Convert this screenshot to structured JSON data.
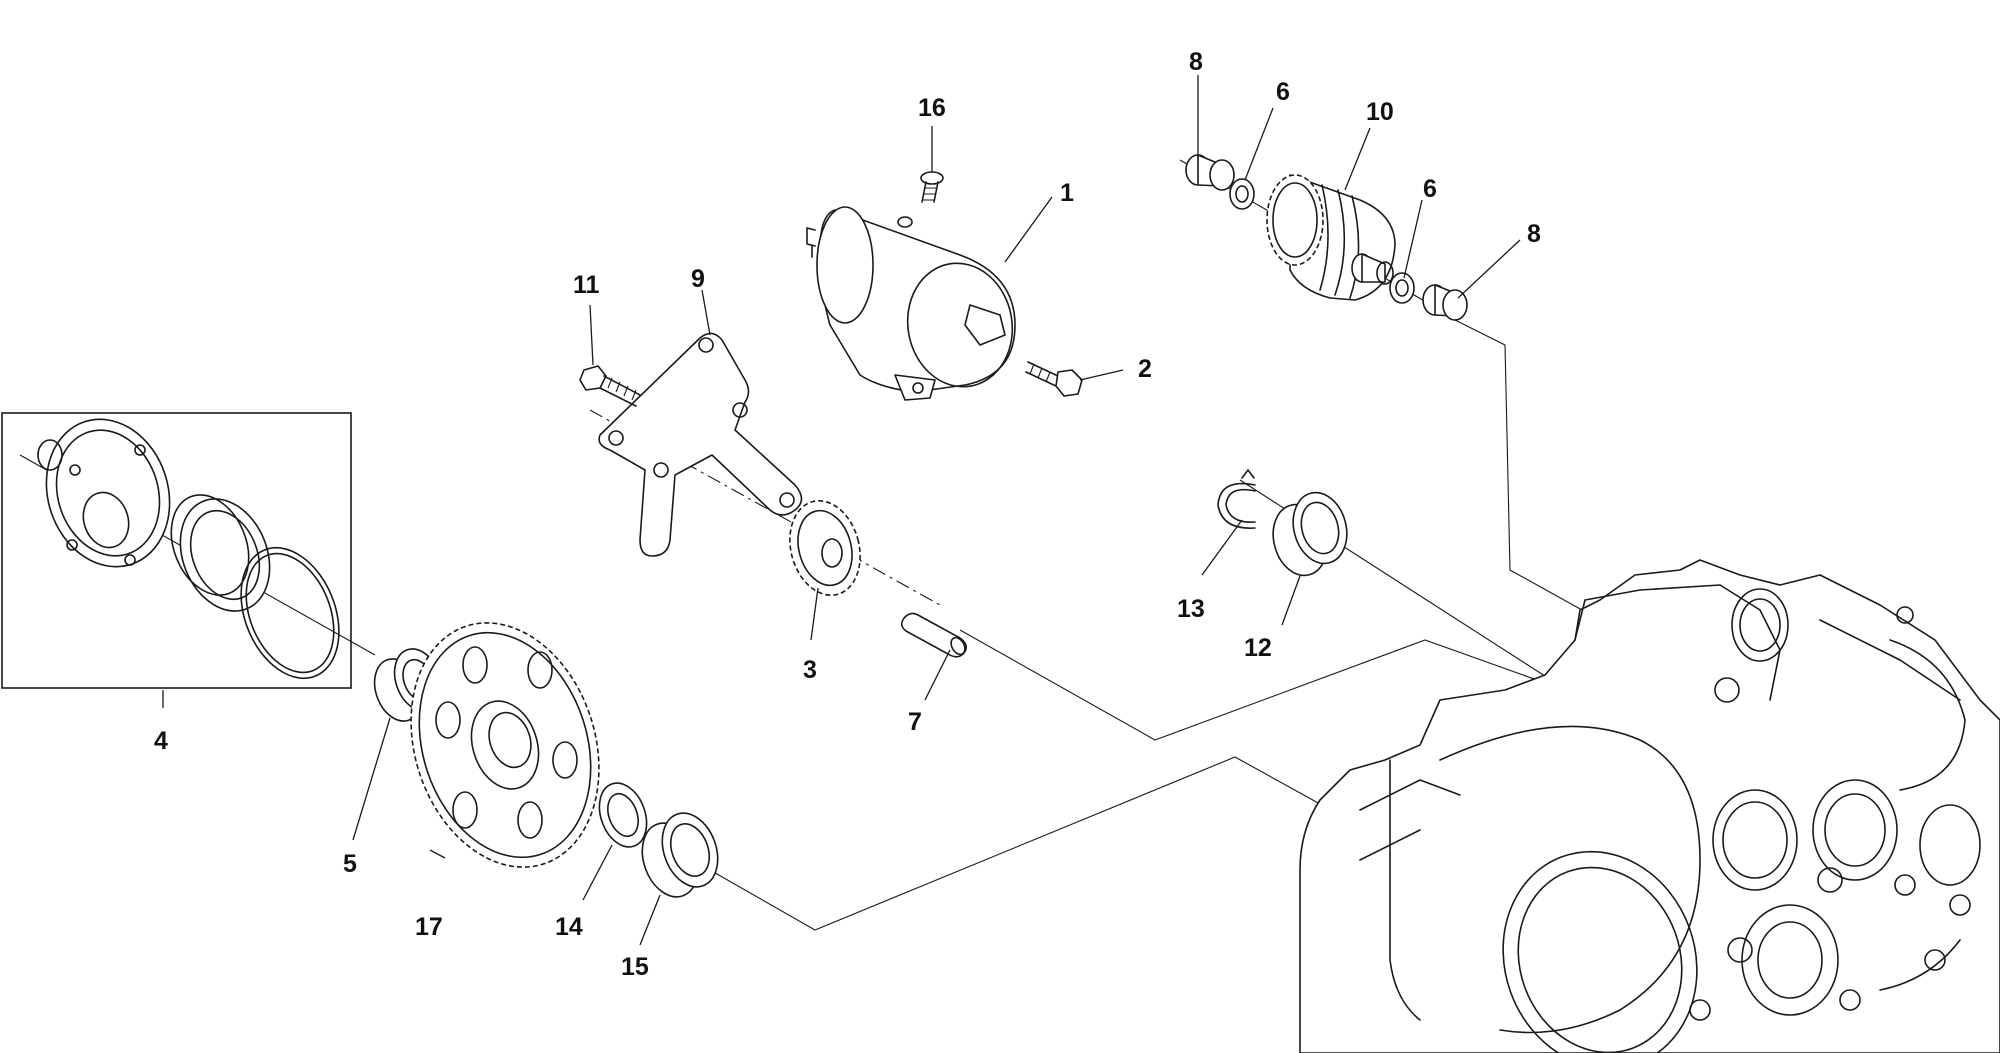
{
  "callouts": [
    {
      "id": "1",
      "label": "1"
    },
    {
      "id": "2",
      "label": "2"
    },
    {
      "id": "3",
      "label": "3"
    },
    {
      "id": "4",
      "label": "4"
    },
    {
      "id": "5",
      "label": "5"
    },
    {
      "id": "6a",
      "label": "6"
    },
    {
      "id": "6b",
      "label": "6"
    },
    {
      "id": "7",
      "label": "7"
    },
    {
      "id": "8a",
      "label": "8"
    },
    {
      "id": "8b",
      "label": "8"
    },
    {
      "id": "9",
      "label": "9"
    },
    {
      "id": "10",
      "label": "10"
    },
    {
      "id": "11",
      "label": "11"
    },
    {
      "id": "12",
      "label": "12"
    },
    {
      "id": "13",
      "label": "13"
    },
    {
      "id": "14",
      "label": "14"
    },
    {
      "id": "15",
      "label": "15"
    },
    {
      "id": "16",
      "label": "16"
    },
    {
      "id": "17",
      "label": "17"
    }
  ]
}
